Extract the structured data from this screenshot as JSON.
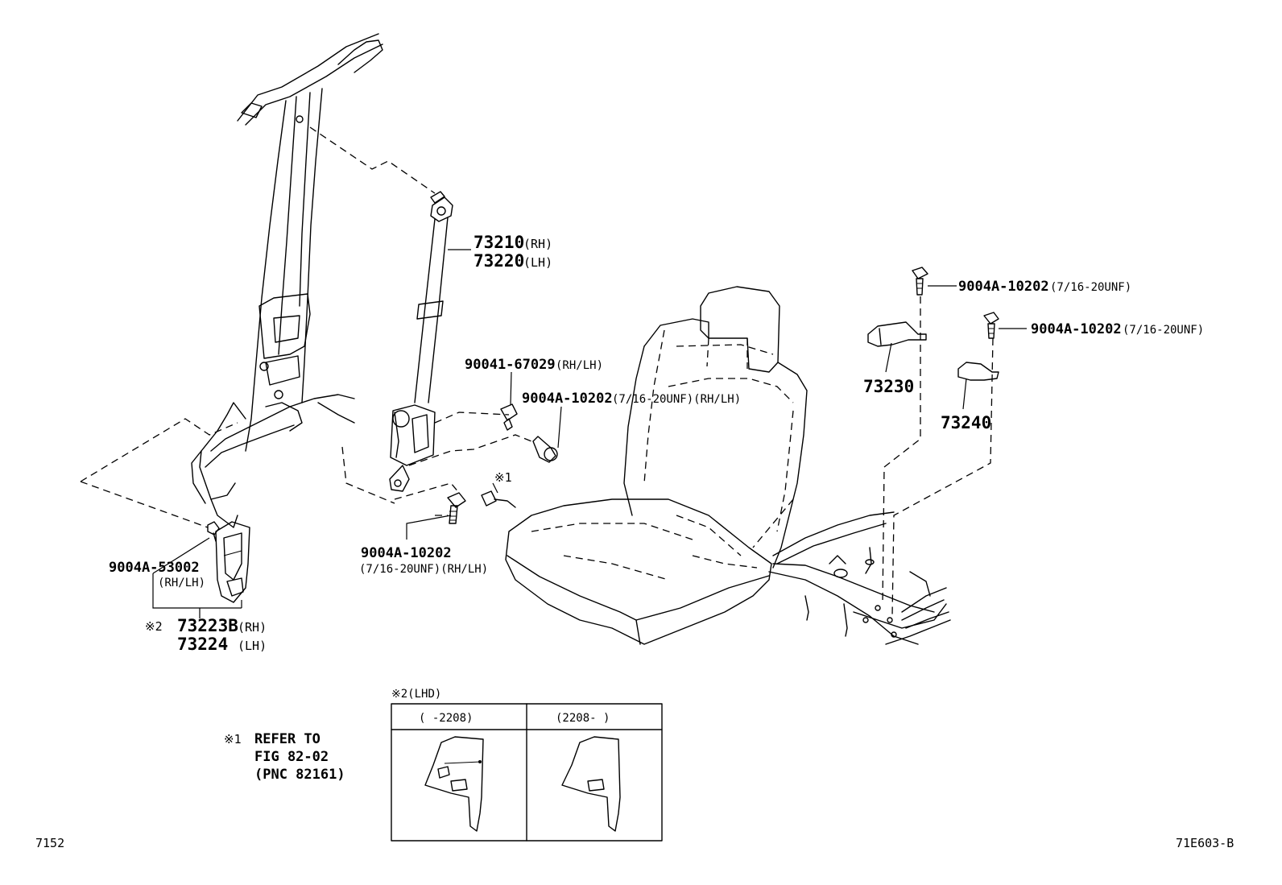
{
  "labels": {
    "belt_rh": "73210",
    "belt_rh_side": "(RH)",
    "belt_lh": "73220",
    "belt_lh_side": "(LH)",
    "screw_90041": "90041-67029",
    "screw_90041_side": "(RH/LH)",
    "bolt_upper_num": "9004A-10202",
    "bolt_upper_spec": "(7/16-20UNF)(RH/LH)",
    "bolt_lower_num": "9004A-10202",
    "bolt_lower_spec": "(7/16-20UNF)(RH/LH)",
    "clip_num": "9004A-53002",
    "clip_side": "(RH/LH)",
    "note2_mark": "※2",
    "cover_rh": "73223B",
    "cover_rh_side": "(RH)",
    "cover_lh": "73224",
    "cover_lh_side": "(LH)",
    "ref_mark": "※1",
    "buckle_bolt_1_num": "9004A-10202",
    "buckle_bolt_1_spec": "(7/16-20UNF)",
    "buckle_bolt_2_num": "9004A-10202",
    "buckle_bolt_2_spec": "(7/16-20UNF)",
    "buckle_1": "73230",
    "buckle_2": "73240"
  },
  "note1": {
    "mark": "※1",
    "line1": "REFER TO",
    "line2": "FIG 82-02",
    "line3": "(PNC 82161)"
  },
  "inset": {
    "title": "※2(LHD)",
    "col1": "(     -2208)",
    "col2": "(2208-     )"
  },
  "footer": {
    "left_code": "7152",
    "right_code": "71E603-B"
  }
}
